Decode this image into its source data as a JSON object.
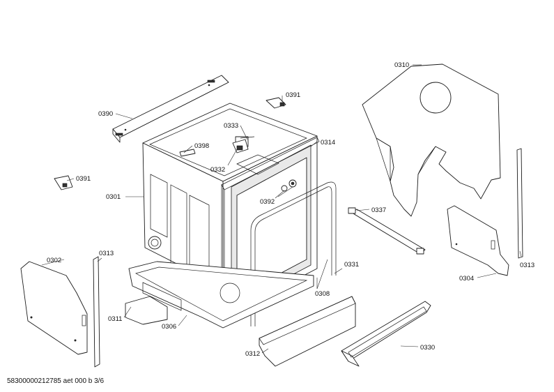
{
  "labels": {
    "l0310": "0310",
    "l0391a": "0391",
    "l0390": "0390",
    "l0333": "0333",
    "l0398": "0398",
    "l0314": "0314",
    "l0332": "0332",
    "l0391b": "0391",
    "l0301": "0301",
    "l0392": "0392",
    "l0337": "0337",
    "l0302": "0302",
    "l0313a": "0313",
    "l0313b": "0313",
    "l0331": "0331",
    "l0304": "0304",
    "l0308": "0308",
    "l0311": "0311",
    "l0306": "0306",
    "l0330": "0330",
    "l0312": "0312"
  },
  "footer": {
    "doc_id": "58300000212785 aet 000 b 3/6"
  }
}
